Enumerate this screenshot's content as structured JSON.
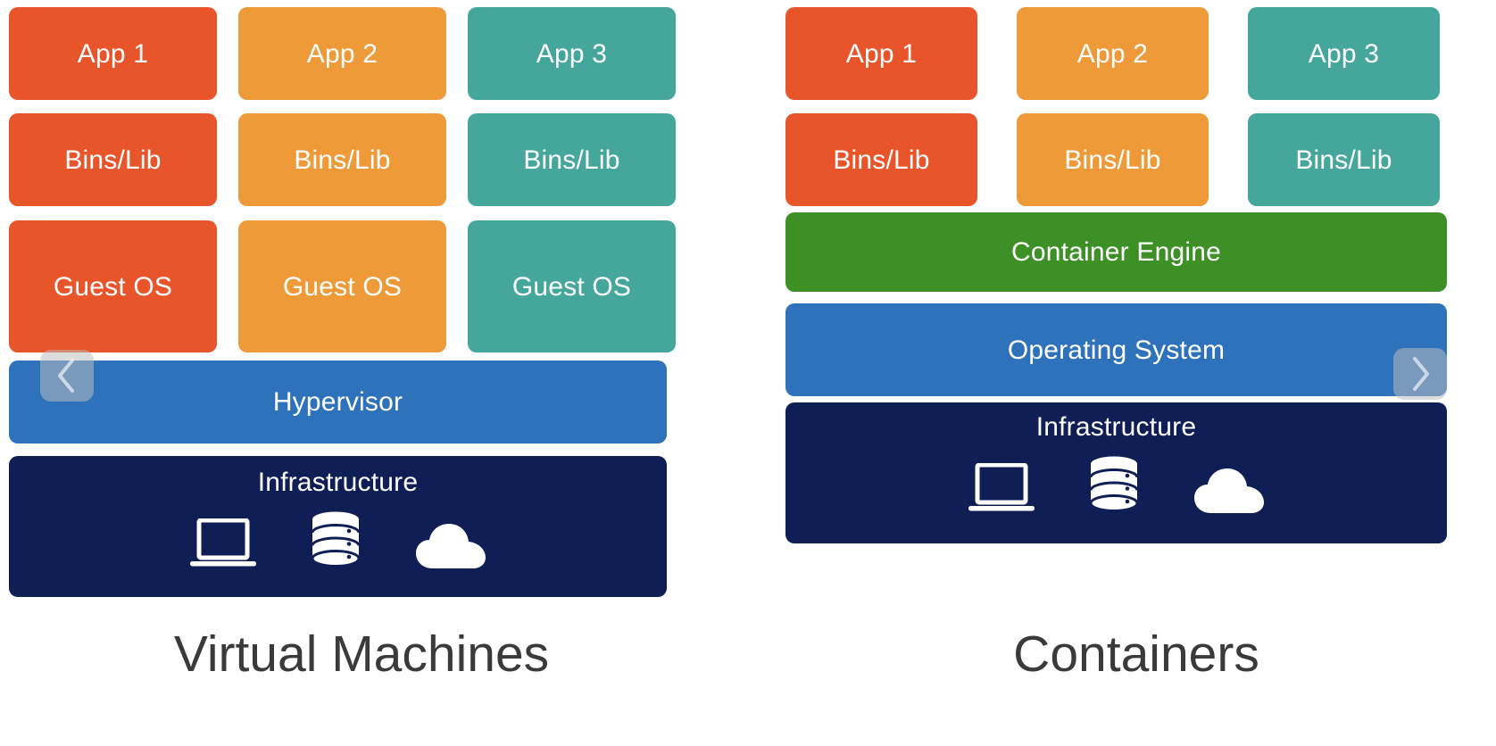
{
  "diagram": {
    "title_left": "Virtual Machines",
    "title_right": "Containers",
    "colors": {
      "red": "#E9552B",
      "orange": "#EE9A38",
      "teal": "#45A79C",
      "green": "#3C9026",
      "blue": "#2E72BC",
      "navy": "#0F1F55",
      "caption_text": "#3a3a3a",
      "background": "#FFFFFF"
    }
  },
  "vm": {
    "columns": [
      {
        "app": "App 1",
        "binslib": "Bins/Lib",
        "guestos": "Guest OS",
        "color": "#E9552B"
      },
      {
        "app": "App 2",
        "binslib": "Bins/Lib",
        "guestos": "Guest OS",
        "color": "#EE9A38"
      },
      {
        "app": "App 3",
        "binslib": "Bins/Lib",
        "guestos": "Guest OS",
        "color": "#45A79C"
      }
    ],
    "hypervisor": "Hypervisor",
    "infrastructure": "Infrastructure",
    "infra_icons": [
      "laptop-icon",
      "database-icon",
      "cloud-icon"
    ],
    "caption": "Virtual Machines"
  },
  "containers": {
    "columns": [
      {
        "app": "App 1",
        "binslib": "Bins/Lib",
        "color": "#E9552B"
      },
      {
        "app": "App 2",
        "binslib": "Bins/Lib",
        "color": "#EE9A38"
      },
      {
        "app": "App 3",
        "binslib": "Bins/Lib",
        "color": "#45A79C"
      }
    ],
    "container_engine": "Container Engine",
    "operating_system": "Operating System",
    "infrastructure": "Infrastructure",
    "infra_icons": [
      "laptop-icon",
      "database-icon",
      "cloud-icon"
    ],
    "caption": "Containers"
  },
  "carousel": {
    "prev_icon": "chevron-left-icon",
    "next_icon": "chevron-right-icon"
  }
}
